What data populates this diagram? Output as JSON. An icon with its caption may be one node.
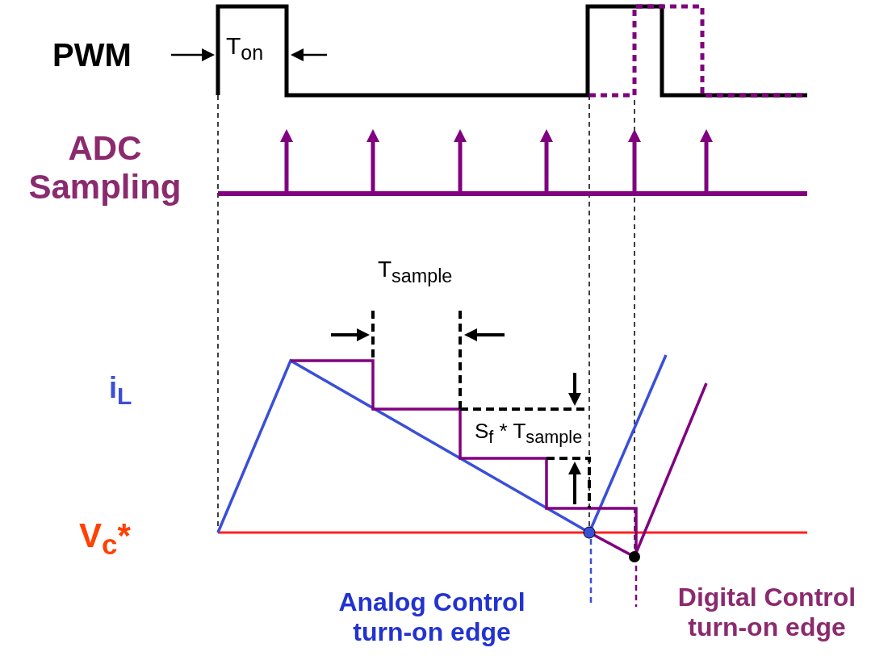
{
  "diagram": {
    "labels": [
      "PWM",
      "T$_{on}$",
      "ADC Sampling",
      "T$_{sample}$",
      "i$_{L}$",
      "S$_{f}$ * T$_{sample}$",
      "V$_{c}$*",
      "Analog Control turn-on edge",
      "Digital Control turn-on edge"
    ]
  }
}
